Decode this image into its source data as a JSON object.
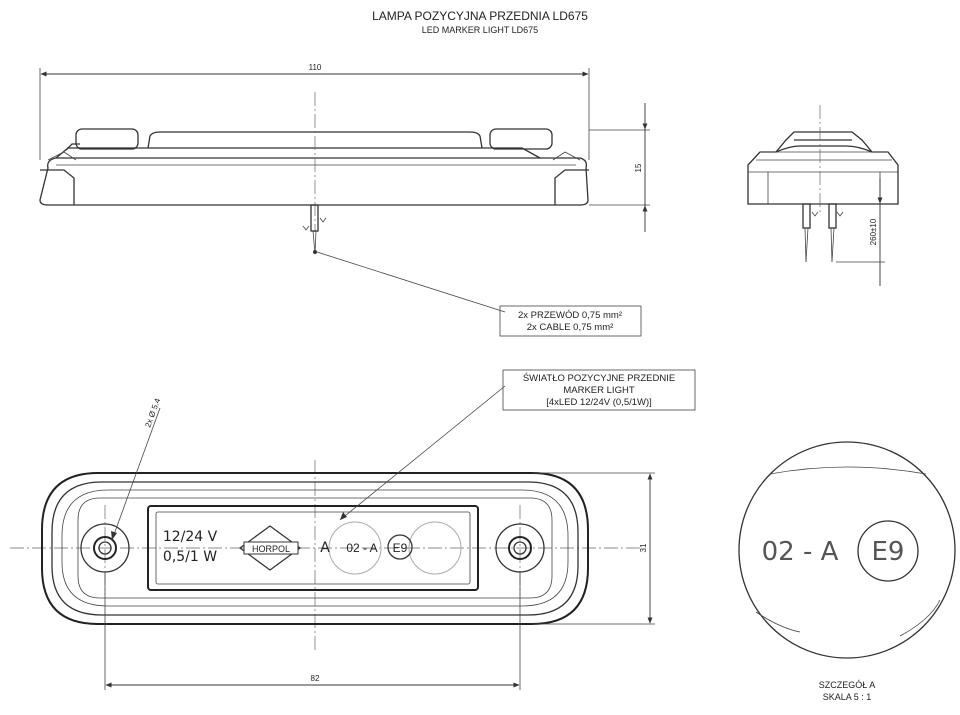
{
  "title": {
    "main": "LAMPA POZYCYJNA PRZEDNIA LD675",
    "sub": "LED MARKER LIGHT LD675"
  },
  "dimensions": {
    "length": "110",
    "height": "15",
    "cable_length": "260±10",
    "hole": "2x Ø 5.4",
    "width": "31",
    "hole_spacing": "82"
  },
  "notes": {
    "cable_line1": "2x PRZEWÓD 0,75 mm²",
    "cable_line2": "2x CABLE 0,75 mm²",
    "light_line1": "ŚWIATŁO POZYCYJNE PRZEDNIE",
    "light_line2": "MARKER LIGHT",
    "light_line3": "[4xLED 12/24V (0,5/1W)]"
  },
  "markings": {
    "voltage": "12/24 V",
    "power": "0,5/1 W",
    "brand": "HORPOL",
    "detail_ref": "A",
    "approval_code": "02 - A",
    "approval_mark": "E9"
  },
  "detail": {
    "code": "02 - A",
    "mark": "E9",
    "label_line1": "SZCZEGÓŁ A",
    "label_line2": "SKALA 5 : 1"
  }
}
